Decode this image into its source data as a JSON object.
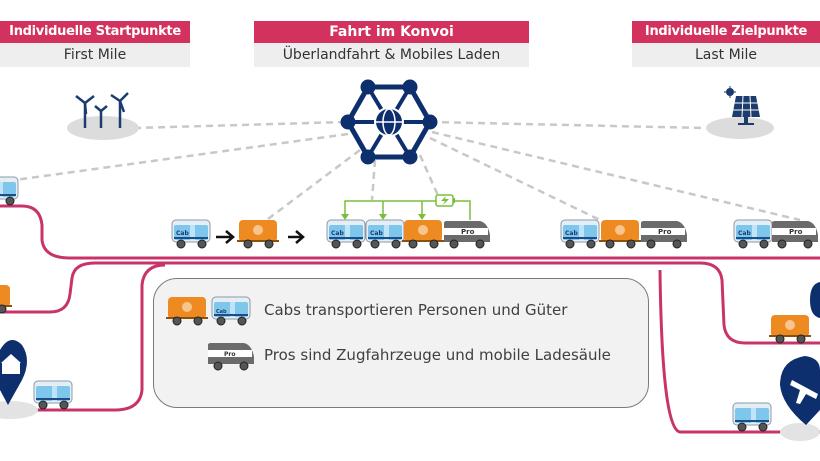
{
  "headers": {
    "left": {
      "title": "Individuelle Startpunkte",
      "subtitle": "First Mile"
    },
    "center": {
      "title": "Fahrt im Konvoi",
      "subtitle": "Überlandfahrt & Mobiles Laden"
    },
    "right": {
      "title": "Individuelle Zielpunkte",
      "subtitle": "Last Mile"
    }
  },
  "vehicles": {
    "cab_label": "Cab",
    "pro_label": "Pro"
  },
  "legend": {
    "row1": "Cabs transportieren Personen und Güter",
    "row2": "Pros sind Zugfahrzeuge und mobile Ladesäule"
  },
  "colors": {
    "accent": "#d4325e",
    "route": "#c8346a",
    "navy": "#0d2f6e",
    "cab_blue": "#7fc6ec",
    "cargo_orange": "#ee8a22",
    "pro_gray": "#6b6b6b",
    "charge_green": "#7cbd3c"
  },
  "icons": [
    "network-hub-icon",
    "wind-turbines-icon",
    "solar-panel-icon",
    "home-pin-icon",
    "airport-pin-icon",
    "battery-charging-icon"
  ]
}
